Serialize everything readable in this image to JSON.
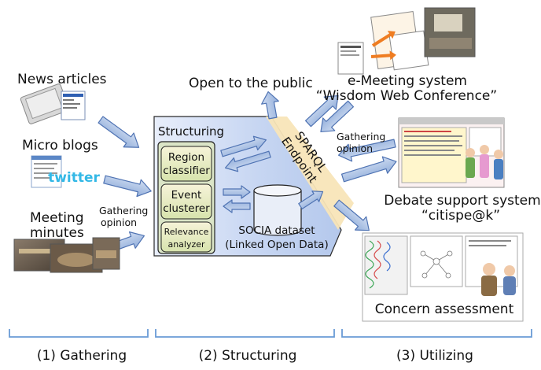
{
  "sources": {
    "news": "News articles",
    "micro_blogs": "Micro blogs",
    "twitter_logo": "twitter",
    "meeting_line1": "Meeting",
    "meeting_line2": "minutes",
    "gathering_line1": "Gathering",
    "gathering_line2": "opinion"
  },
  "structuring": {
    "title": "Structuring",
    "region_line1": "Region",
    "region_line2": "classifier",
    "event_line1": "Event",
    "event_line2": "clusterer",
    "relevance_line1": "Relevance",
    "relevance_line2": "analyzer",
    "dataset_line1": "SOCIA dataset",
    "dataset_line2": "(Linked Open Data)"
  },
  "sparql": {
    "line1": "SPARQL",
    "line2": "Endpoint"
  },
  "outputs": {
    "open_public": "Open to the public",
    "emeeting_line1": "e-Meeting system",
    "emeeting_line2": "“Wisdom Web Conference”",
    "gathering_line1": "Gathering",
    "gathering_line2": "opinion",
    "debate_line1": "Debate support system",
    "debate_line2": "“citispe@k”",
    "concern": "Concern assessment"
  },
  "phases": {
    "gathering": "(1) Gathering",
    "structuring": "(2) Structuring",
    "utilizing": "(3) Utilizing"
  },
  "colors": {
    "arrow_fill": "#a9c0e2",
    "arrow_stroke": "#4f73b3",
    "panel_fill": "#c9d7f2",
    "sparql_fill": "#f8e5b8",
    "bracket": "#6a9bd6"
  }
}
